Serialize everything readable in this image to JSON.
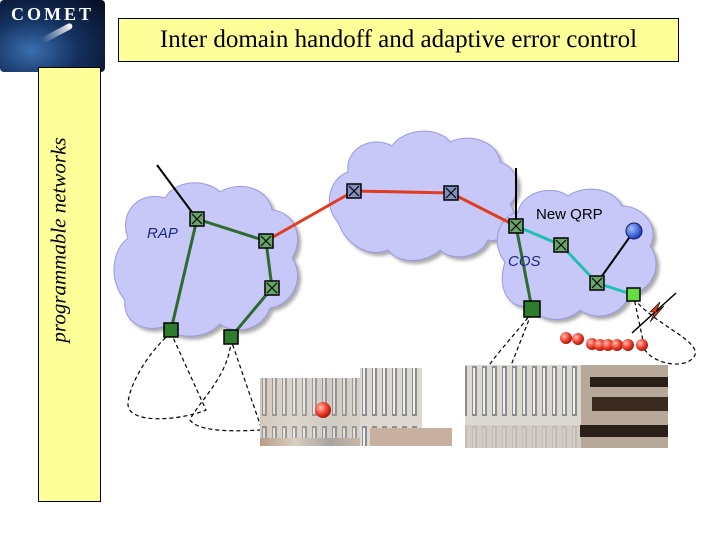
{
  "logo": {
    "text": "COMET",
    "icon": "comet-logo-icon"
  },
  "sidebar": {
    "label": "programmable networks"
  },
  "header": {
    "title": "Inter domain handoff and adaptive error control"
  },
  "diagram": {
    "labels": {
      "rap": "RAP",
      "new_qrp": "New QRP",
      "cos": "COS"
    },
    "colors": {
      "cloud": "#c8c8f8",
      "backbone_link": "#e03c20",
      "access_link_left": "#2f6b2f",
      "access_link_right": "#20c0b0",
      "router": "#202040",
      "mobile_host": "#2e9b2e",
      "new_qrp_node": "#3060e0",
      "packet": "#f04030",
      "label_blue": "#1a2a80"
    }
  }
}
